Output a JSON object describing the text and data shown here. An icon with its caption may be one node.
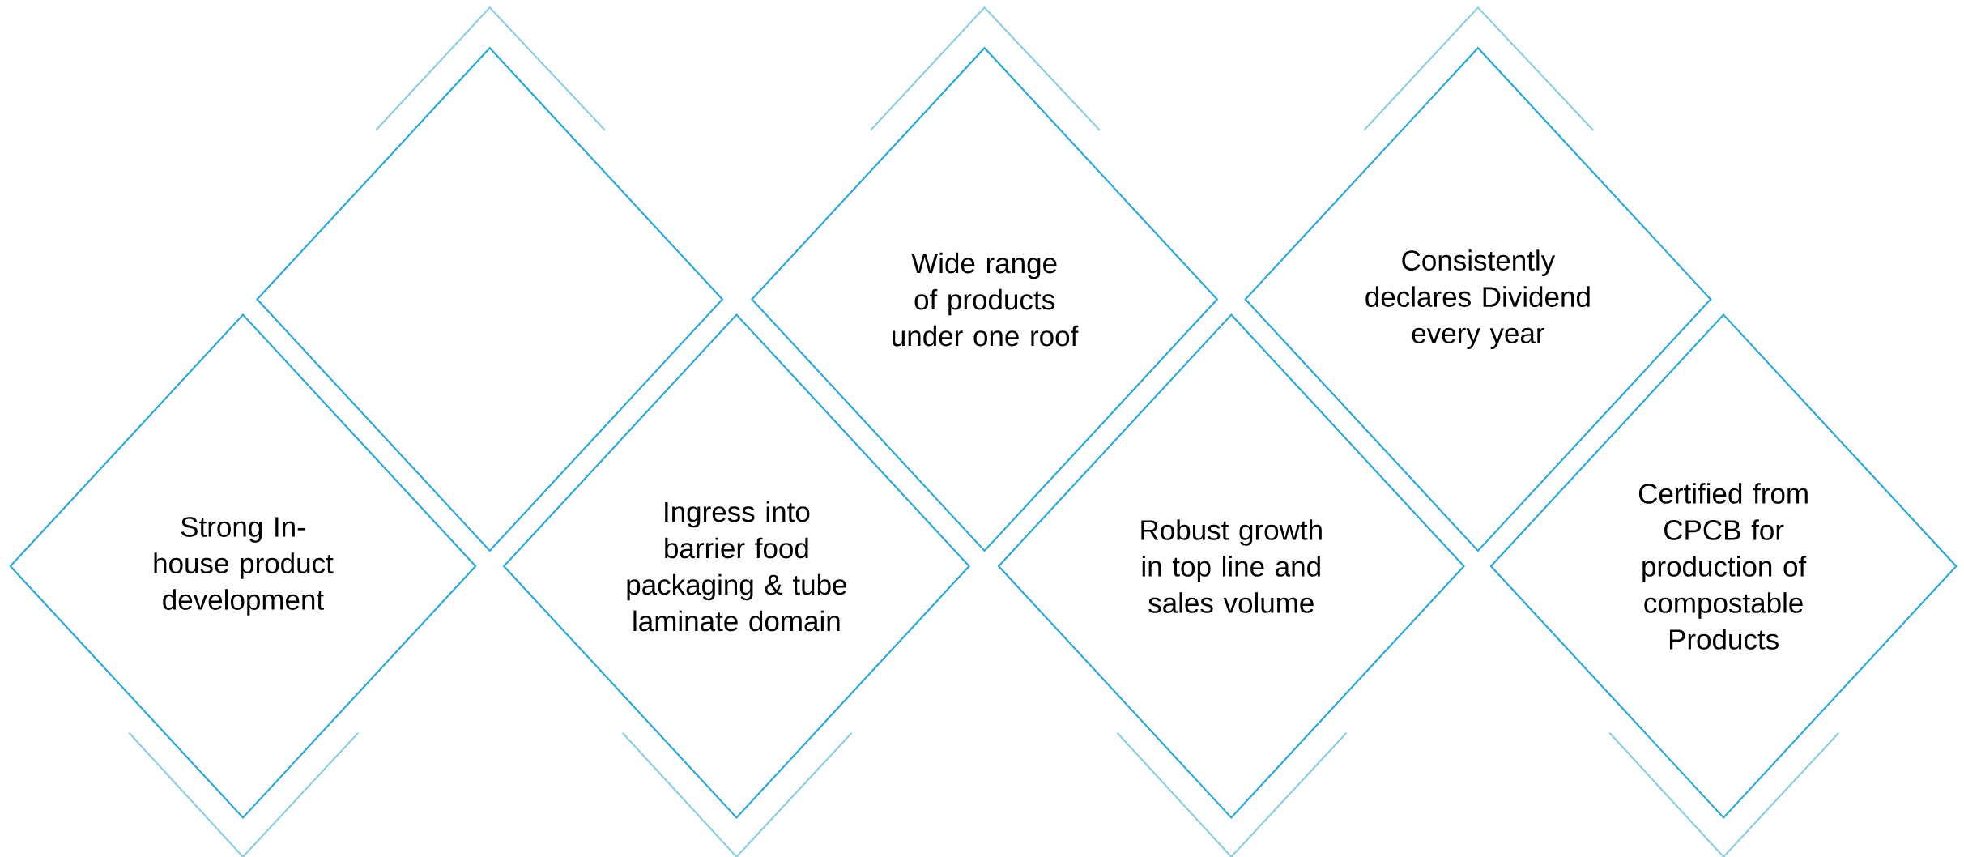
{
  "diagram": {
    "nodes": [
      {
        "text": [
          "Strong In-house product development"
        ]
      },
      {
        "text": [],
        "shape": "diamond"
      },
      {
        "text": [
          "Ingress into barrier food packaging & tube laminate domain"
        ]
      },
      {
        "text": [
          "Wide range of products under one roof"
        ]
      },
      {
        "text": [
          "Robust growth in top line and sales volume"
        ]
      },
      {
        "text": [
          "Consistently declares Dividend every year"
        ]
      },
      {
        "text": [
          "Certified from CPCB for production of compostable Products"
        ]
      }
    ]
  }
}
